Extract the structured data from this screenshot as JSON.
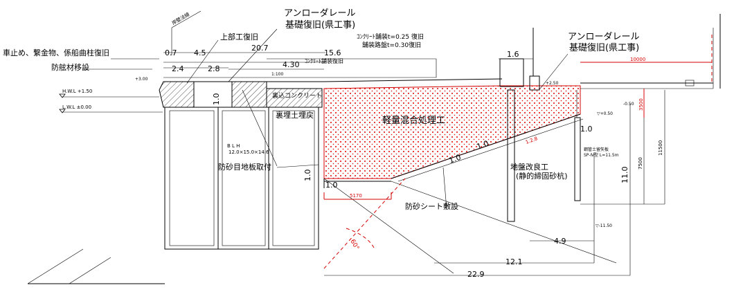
{
  "labels": {
    "unloader_rail_left_1": "アンローダレール",
    "unloader_rail_left_2": "基礎復旧(県工事)",
    "unloader_rail_right_1": "アンローダレール",
    "unloader_rail_right_2": "基礎復旧(県工事)",
    "bitt_etc": "車止め、繋金物、係船曲柱復旧",
    "fender_move": "防舷材移設",
    "upper_work": "上部工復旧",
    "concrete_pave": "ｺﾝｸﾘｰﾄ舗装t=0.25 復旧",
    "pave_base": "舗装路盤t=0.30復旧",
    "concrete_pave_restore": "ｺﾝｸﾘｰﾄ舗装復旧",
    "back_concrete": "裏込コンクリート",
    "backfill": "裏埋土埋戻",
    "lightweight": "軽量混合処理工",
    "sand_plate": "防砂目地板取付",
    "sand_sheet": "防砂シート敷設",
    "ground_improve_1": "地盤改良工",
    "ground_improve_2": "(静的締固砂杭)",
    "caisson_dims_1": "B    L    H",
    "caisson_dims_2": "12.0×15.0×14.6",
    "existing_wall": "岸壁法線",
    "retaining_pile_1": "鋼管土留矢板",
    "retaining_pile_2": "SP-Ⅳ型 L=11.5m",
    "hwl": "H.W.L +1.50",
    "lwl": "L.W.L ±0.00",
    "slope_ratio": "1:100",
    "angle": "60°",
    "slope_1": "1.0",
    "slope_2": "1.2.8",
    "el_300": "+3.00",
    "el_250": "+2.50",
    "el_050a": "▽+0.50",
    "el_050b": "-0.50",
    "el_m1150": "▽-11.50"
  },
  "dimensions": {
    "d_07": "0.7",
    "d_45": "4.5",
    "d_207": "20.7",
    "d_156": "15.6",
    "d_24": "2.4",
    "d_28": "2.8",
    "d_430": "4.30",
    "d_16": "1.6",
    "d_10a": "1.0",
    "d_10b": "1.0",
    "d_10c": "1.0",
    "d_10d": "1.0",
    "d_10e": "1.0",
    "d_49": "4.9",
    "d_121": "12.1",
    "d_229": "22.9",
    "d_110": "11.0",
    "d_10000": "10000",
    "d_5170": "5170",
    "d_3500": "3500",
    "d_11500": "11500",
    "d_7500": "7500"
  }
}
